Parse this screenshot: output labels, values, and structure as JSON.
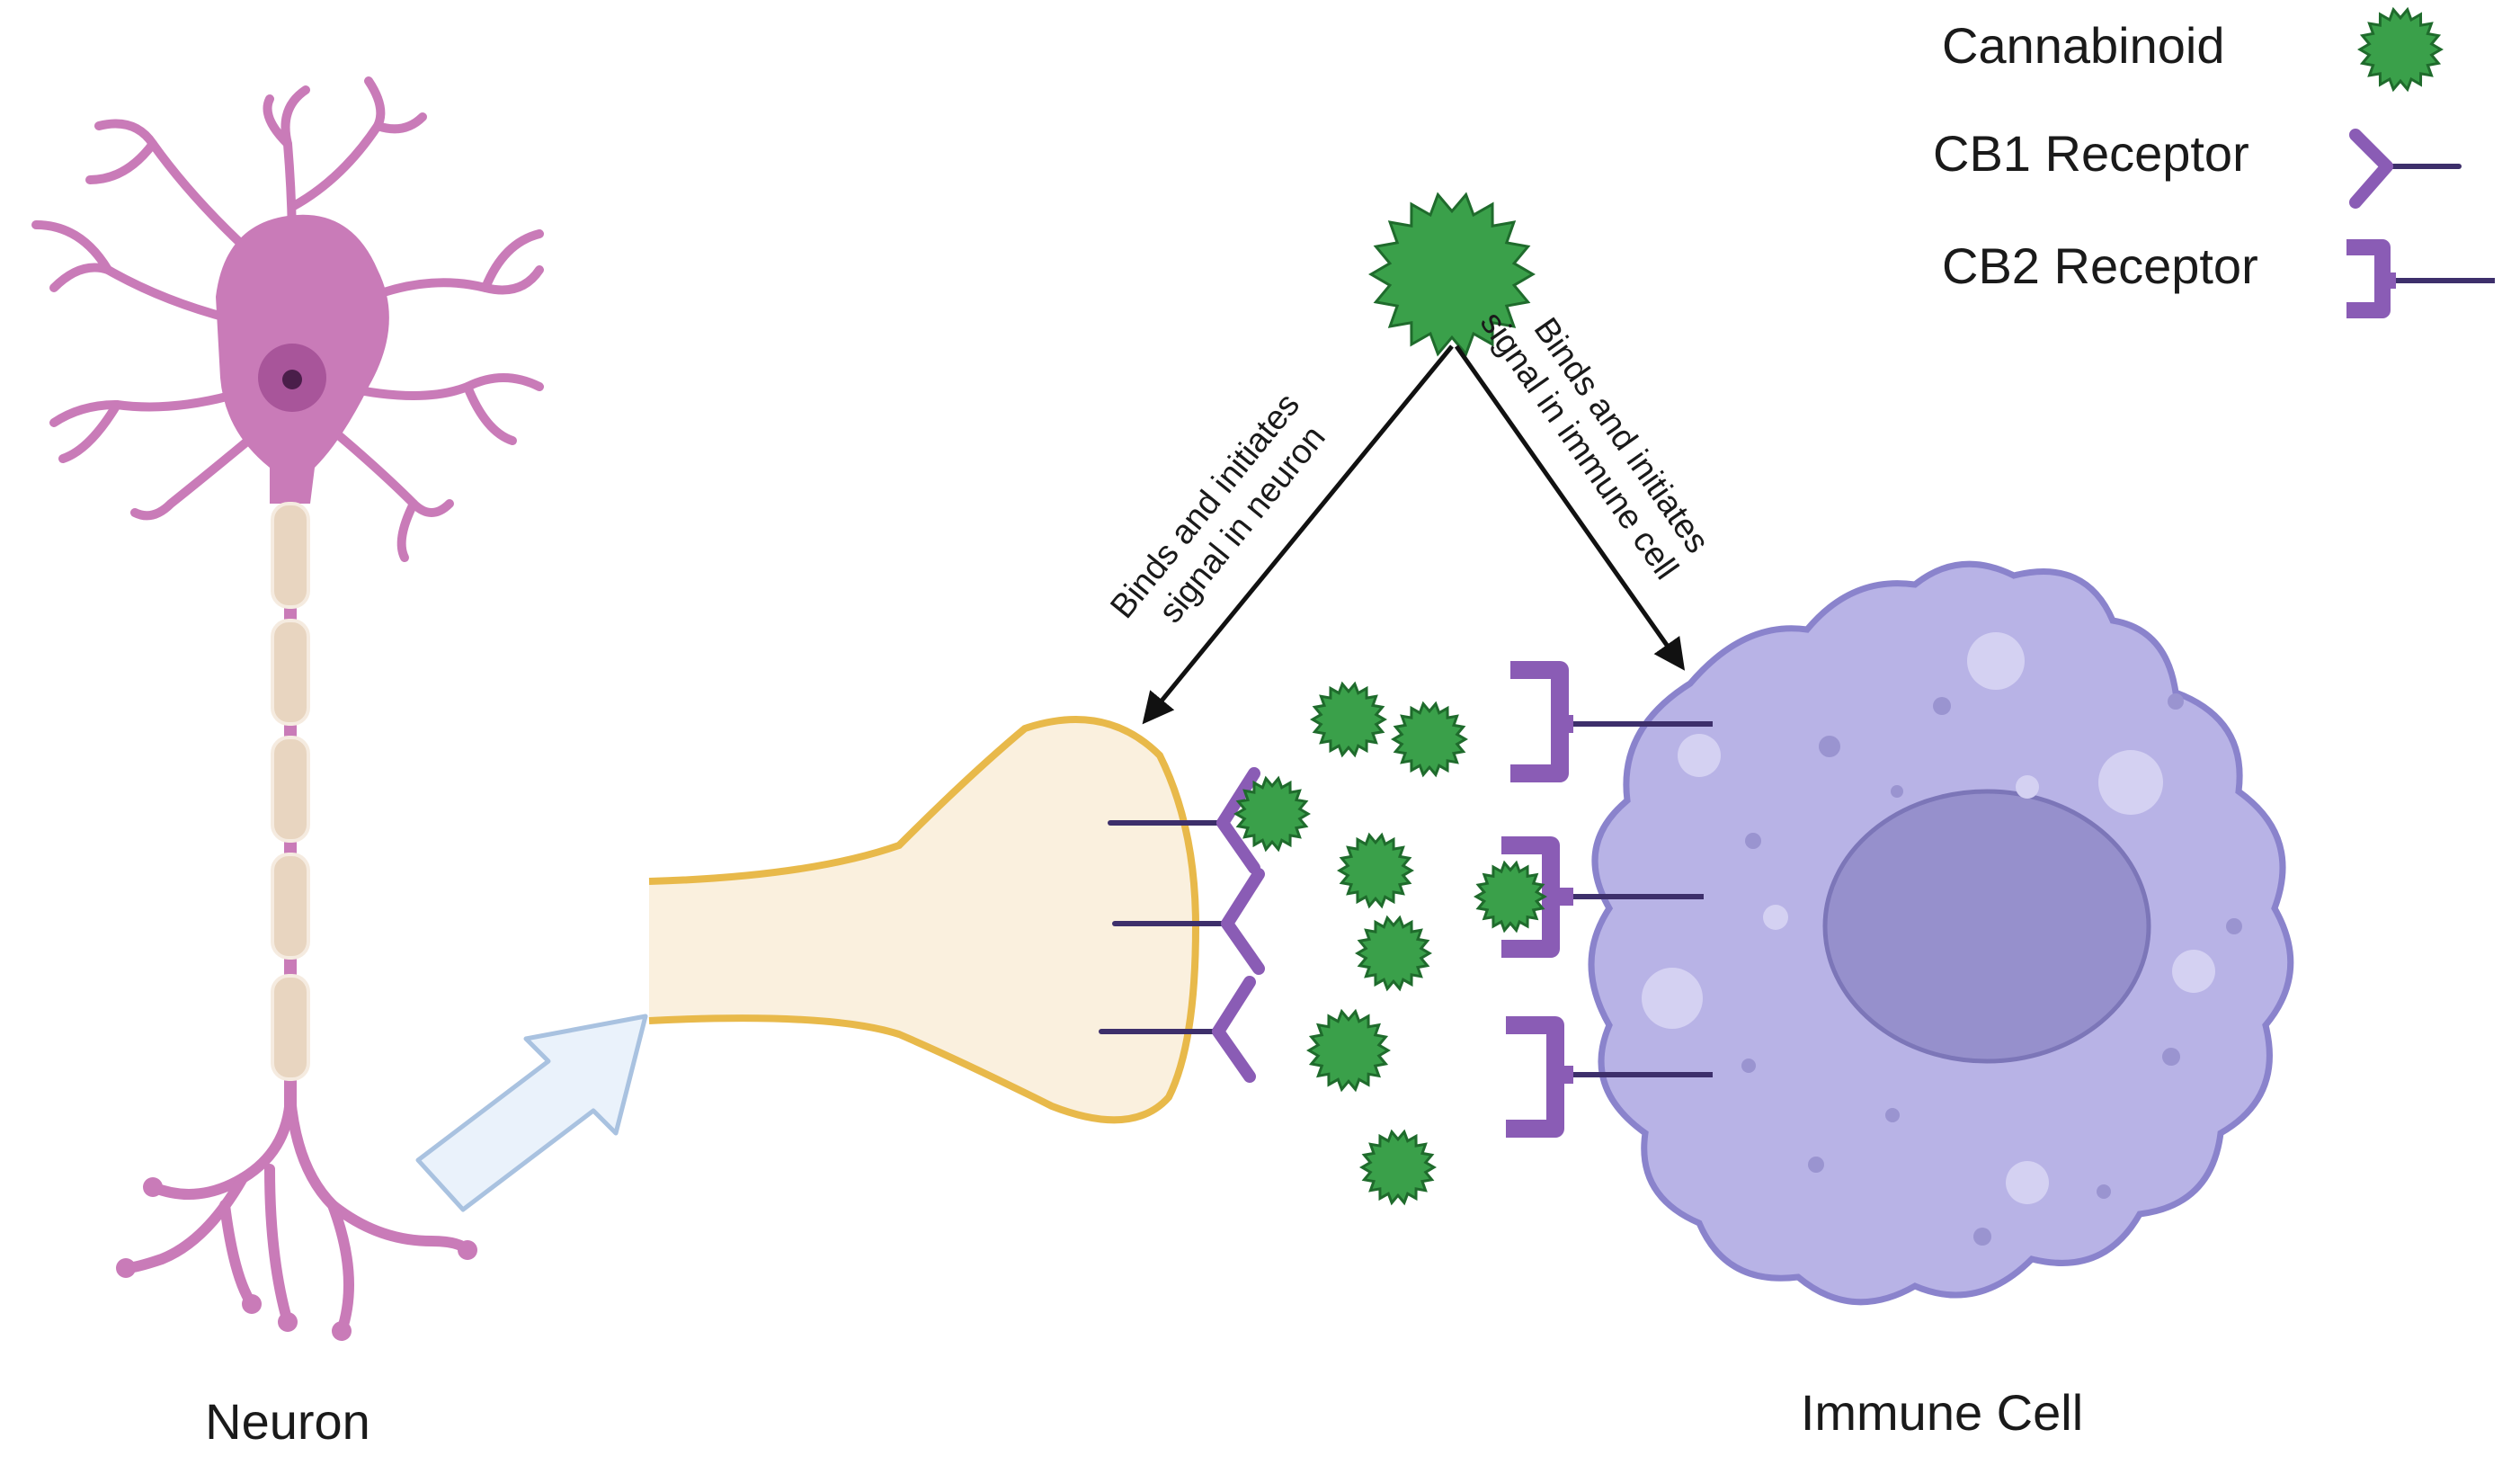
{
  "legend": {
    "items": [
      {
        "label": "Cannabinoid",
        "icon": "cannabinoid-icon"
      },
      {
        "label": "CB1 Receptor",
        "icon": "cb1-receptor-icon"
      },
      {
        "label": "CB2 Receptor",
        "icon": "cb2-receptor-icon"
      }
    ]
  },
  "labels": {
    "neuron": "Neuron",
    "immune_cell": "Immune Cell"
  },
  "arrows": {
    "neuron_line1": "Binds and initiates",
    "neuron_line2": "signal in neuron",
    "immune_line1": "Binds and initiates",
    "immune_line2": "signal in immune cell"
  },
  "colors": {
    "neuron": "#c97bb8",
    "neuron_dark": "#a8559a",
    "myelin": "#e8d5c0",
    "terminal_fill": "#faf0de",
    "terminal_border": "#e8b94a",
    "cannabinoid": "#3aa04a",
    "cannabinoid_dark": "#1f6b2c",
    "receptor": "#8a5cb5",
    "receptor_line": "#3d2f6b",
    "immune_cell": "#b8b3e6",
    "immune_border": "#8a83cc",
    "nucleus": "#9690cc",
    "zoom_arrow": "#eaf2fb",
    "zoom_arrow_border": "#a9c2e0"
  }
}
